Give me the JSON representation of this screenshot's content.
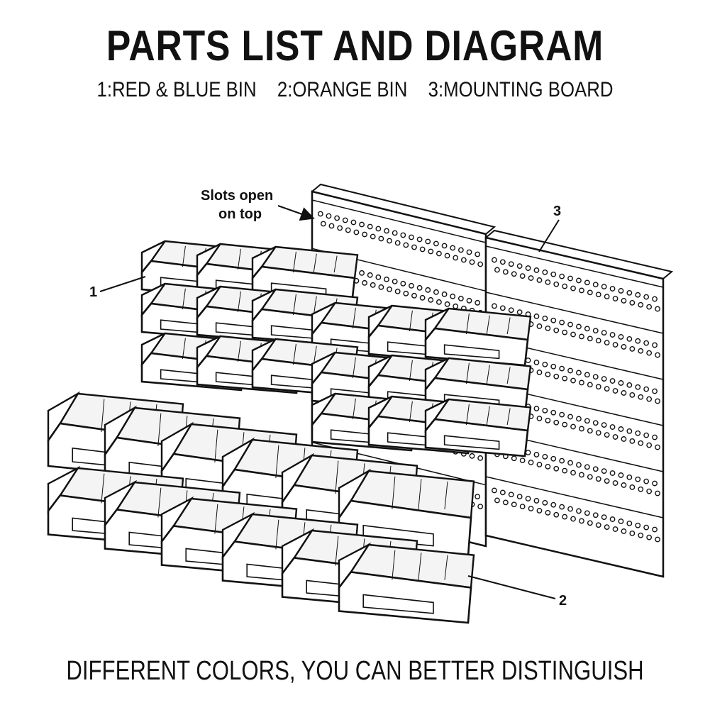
{
  "header": {
    "title": "PARTS LIST AND DIAGRAM",
    "parts": [
      "1:RED & BLUE BIN",
      "2:ORANGE BIN",
      "3:MOUNTING BOARD"
    ]
  },
  "callouts": {
    "slots_line1": "Slots open",
    "slots_line2": "on top",
    "label_1": "1",
    "label_2": "2",
    "label_3": "3"
  },
  "footer": {
    "text": "DIFFERENT COLORS, YOU CAN BETTER DISTINGUISH"
  },
  "colors": {
    "line": "#111111",
    "fill": "#ffffff",
    "inner": "#f4f4f4"
  }
}
